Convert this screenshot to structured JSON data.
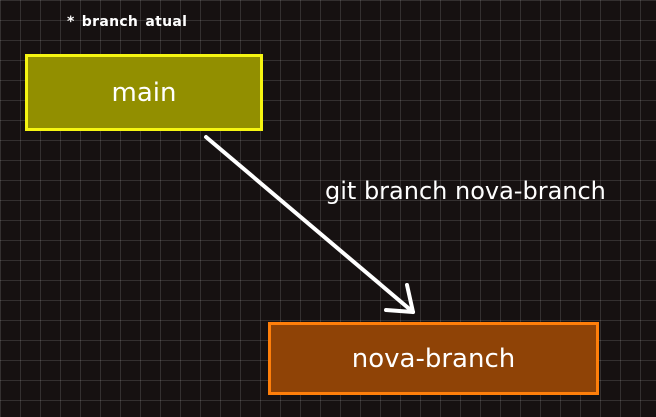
{
  "current_branch_label": "* branch  atual",
  "nodes": {
    "main": {
      "label": "main",
      "fill": "#928f00",
      "border": "#f5f511"
    },
    "nova_branch": {
      "label": "nova-branch",
      "fill": "#8f4306",
      "border": "#ff7f0a"
    }
  },
  "edge": {
    "label": "git branch nova-branch",
    "color": "#ffffff"
  }
}
